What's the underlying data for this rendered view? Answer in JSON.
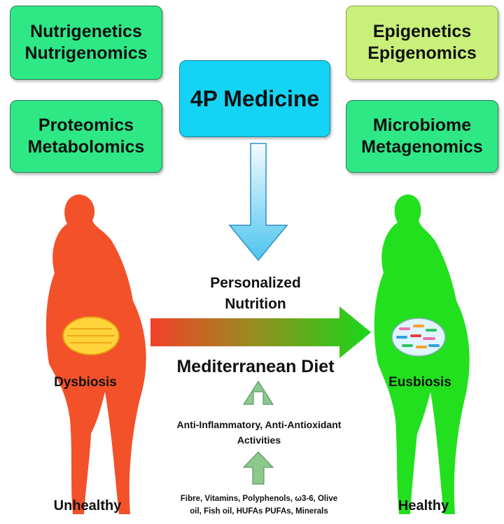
{
  "boxes": {
    "top_left": [
      "Nutrigenetics",
      "Nutrigenomics"
    ],
    "bottom_left": [
      "Proteomics",
      "Metabolomics"
    ],
    "top_right": [
      "Epigenetics",
      "Epigenomics"
    ],
    "bottom_right": [
      "Microbiome",
      "Metagenomics"
    ],
    "center": "4P Medicine"
  },
  "labels": {
    "personalized": [
      "Personalized",
      "Nutrition"
    ],
    "diet": "Mediterranean Diet",
    "activities": [
      "Anti-Inflammatory,  Anti-Antioxidant",
      "Activities"
    ],
    "nutrients": [
      "Fibre, Vitamins, Polyphenols, ω3-6, Olive",
      "oil, Fish oil, HUFAs PUFAs, Minerals"
    ],
    "dysbiosis": "Dysbiosis",
    "eubiosis": "Eusbiosis",
    "unhealthy": "Unhealthy",
    "healthy": "Healthy"
  },
  "colors": {
    "unhealthy": "#f2512a",
    "healthy": "#22e01e",
    "box_green": "#2ee886",
    "box_lime": "#c8f07a",
    "box_cyan": "#14d4f5"
  }
}
